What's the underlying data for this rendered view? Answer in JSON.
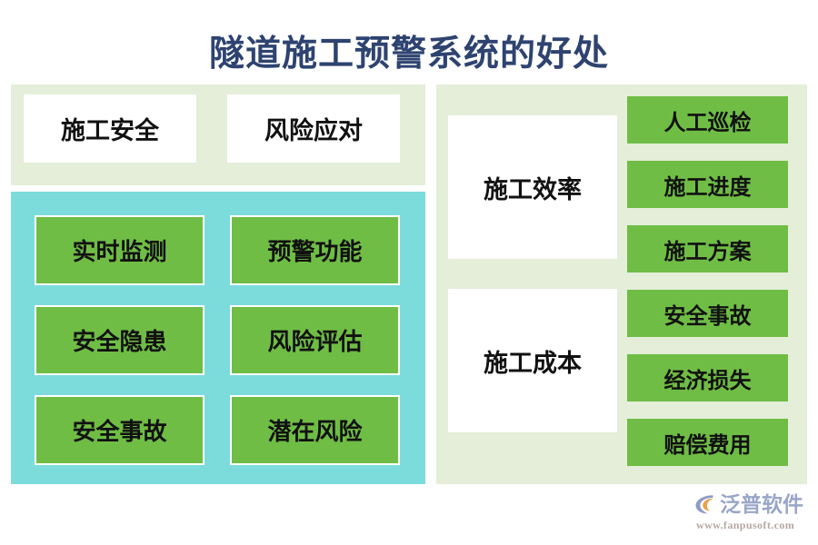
{
  "page": {
    "title": "隧道施工预警系统的好处",
    "title_color": "#2e4370",
    "background": "#ffffff"
  },
  "colors": {
    "panel_light_green": "#e4eed8",
    "panel_teal": "#7cdcdc",
    "card_green": "#6fbd45",
    "card_white": "#ffffff",
    "text_dark": "#111111",
    "title_navy": "#2e4370",
    "watermark_name": "#9aa6c8",
    "watermark_url": "#b6a7a0"
  },
  "left_top_panel": {
    "cards": [
      {
        "label": "施工安全"
      },
      {
        "label": "风险应对"
      }
    ]
  },
  "left_teal_panel": {
    "cards": [
      {
        "label": "实时监测"
      },
      {
        "label": "预警功能"
      },
      {
        "label": "安全隐患"
      },
      {
        "label": "风险评估"
      },
      {
        "label": "安全事故"
      },
      {
        "label": "潜在风险"
      }
    ]
  },
  "right_panel": {
    "groups": [
      {
        "category": "施工效率",
        "items": [
          {
            "label": "人工巡检"
          },
          {
            "label": "施工进度"
          },
          {
            "label": "施工方案"
          }
        ]
      },
      {
        "category": "施工成本",
        "items": [
          {
            "label": "安全事故"
          },
          {
            "label": "经济损失"
          },
          {
            "label": "赔偿费用"
          }
        ]
      }
    ]
  },
  "watermark": {
    "brand": "泛普软件",
    "url": "www.fanpusoft.com",
    "mark_icon": "fanpu-swoosh-logo-icon"
  }
}
